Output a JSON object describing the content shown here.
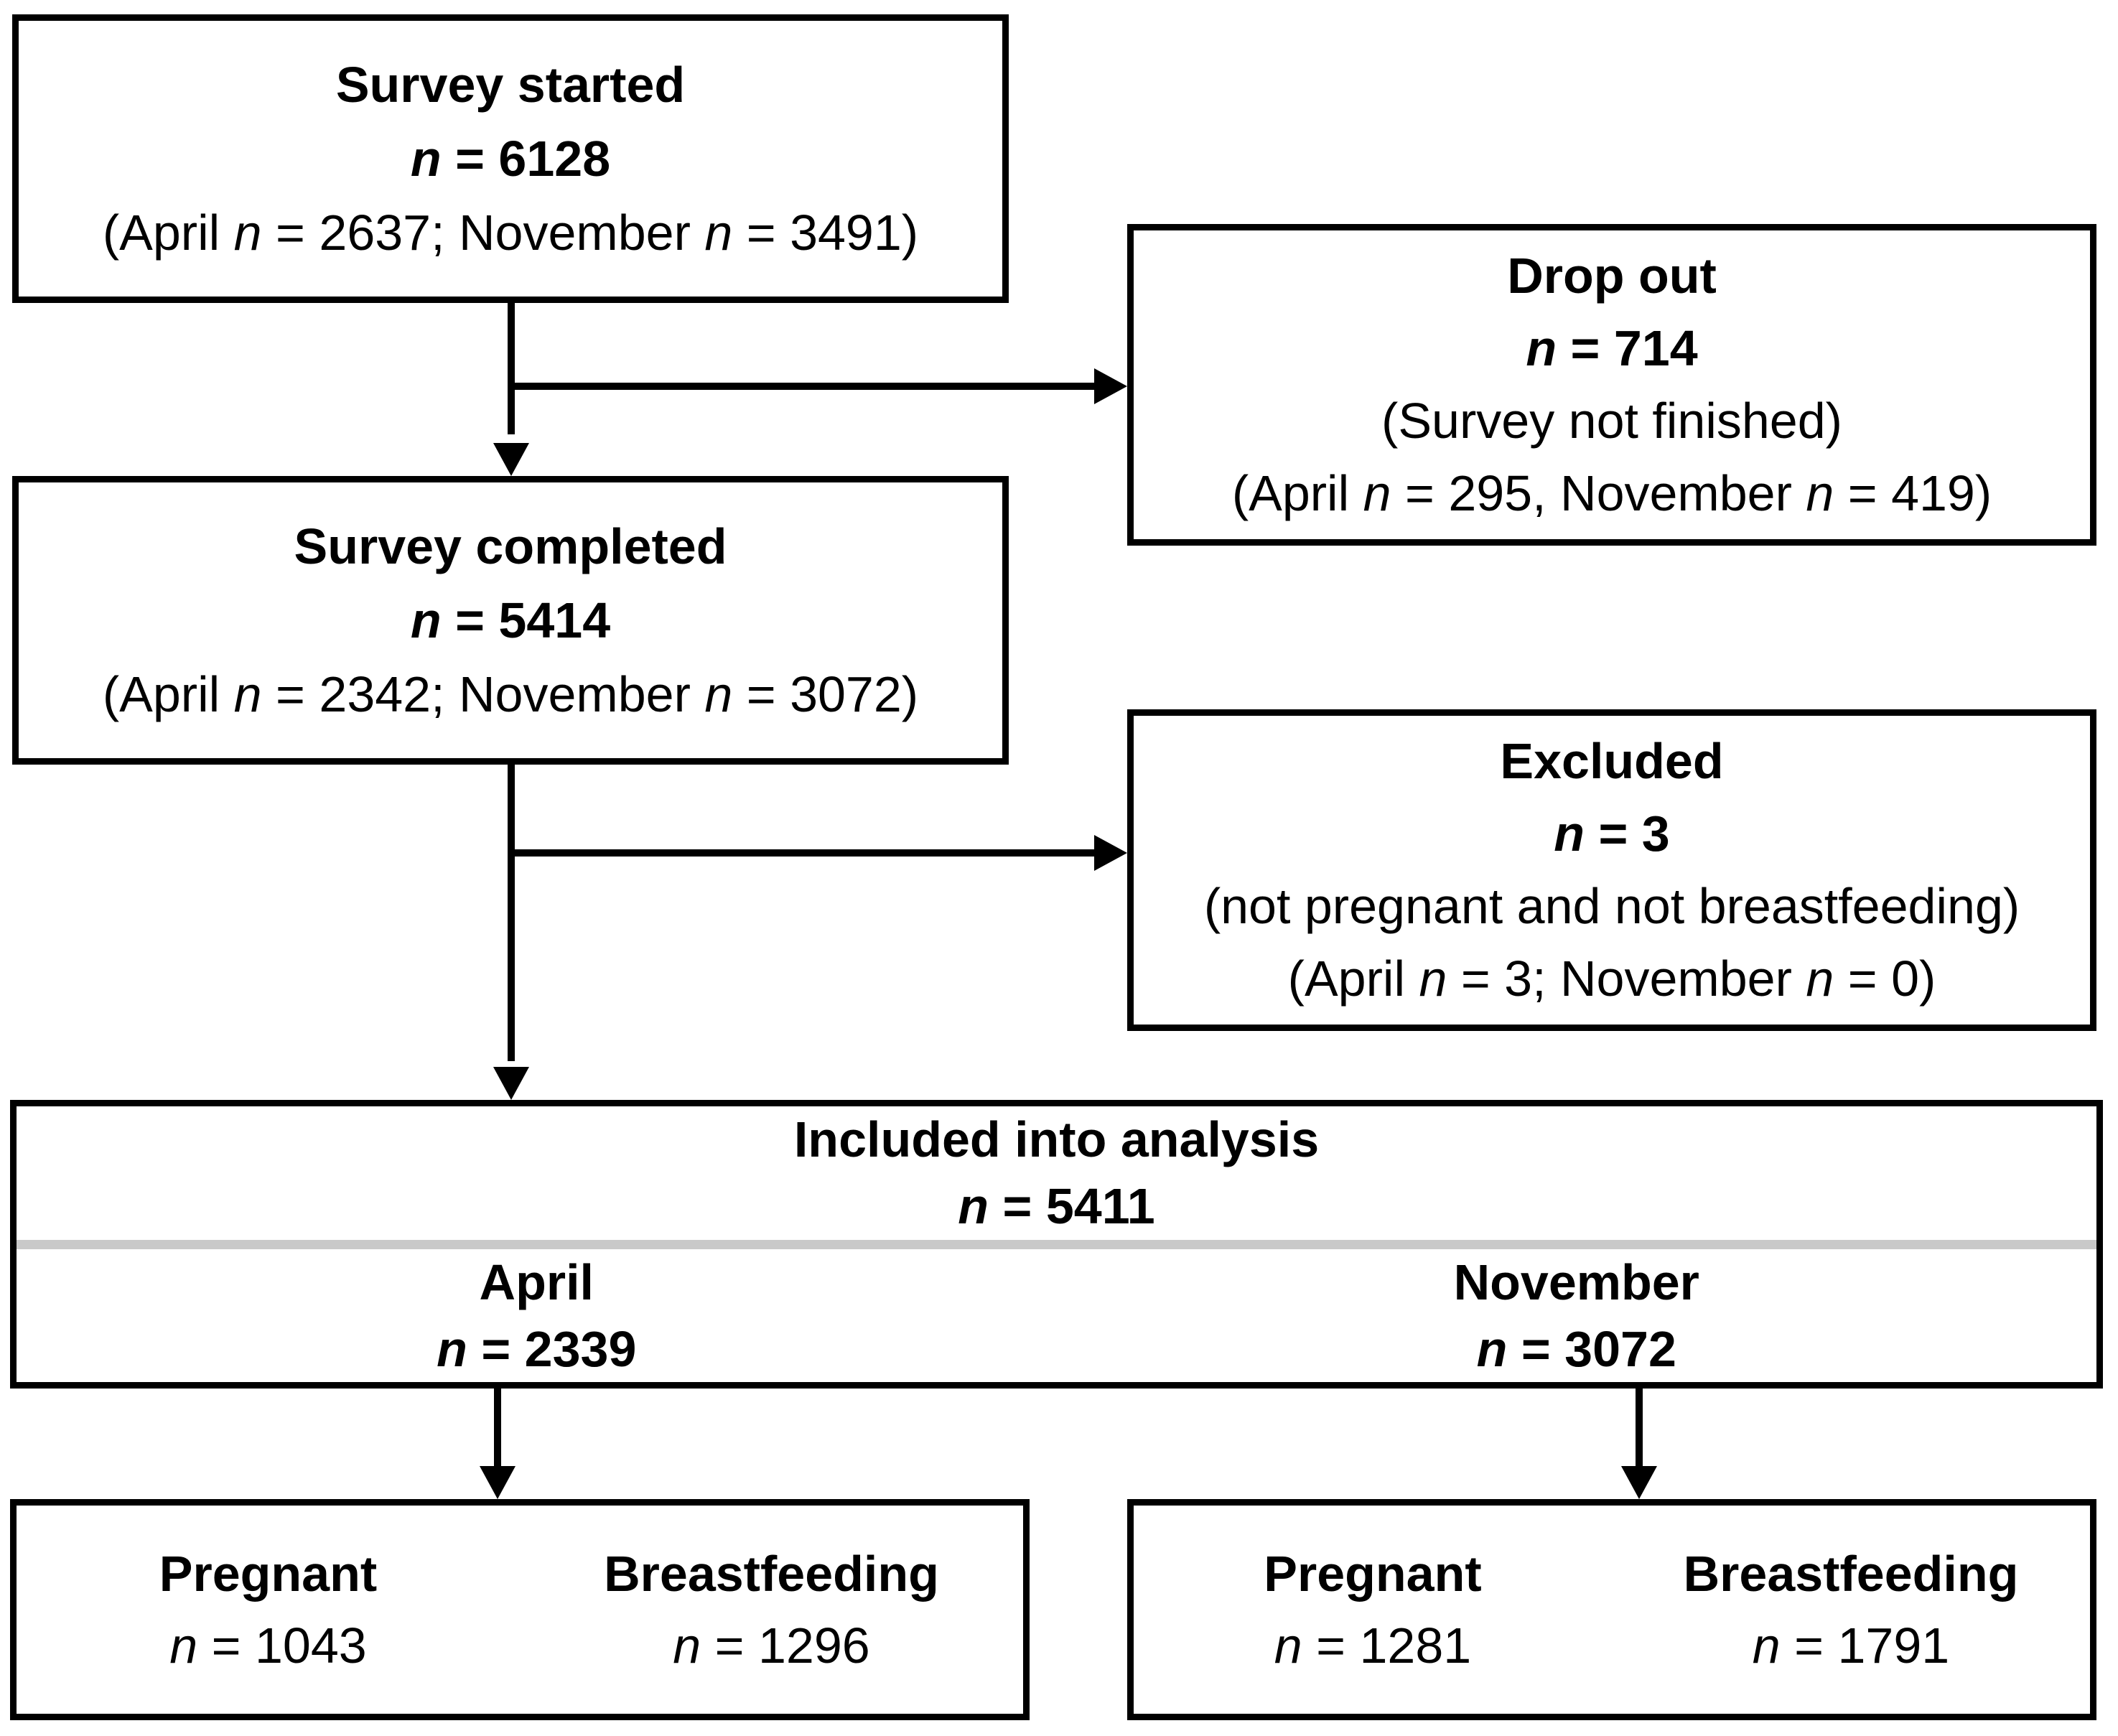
{
  "diagram": {
    "survey_started": {
      "title": "Survey started",
      "n": "6128",
      "april_n": "2637",
      "november_n": "3491",
      "n_line": [
        {
          "t": "n",
          "i": true
        },
        {
          "t": " = 6128"
        }
      ],
      "detail": [
        {
          "t": "(April "
        },
        {
          "t": "n",
          "i": true
        },
        {
          "t": " = 2637; November "
        },
        {
          "t": "n",
          "i": true
        },
        {
          "t": " = 3491)"
        }
      ]
    },
    "drop_out": {
      "title": "Drop out",
      "n": "714",
      "reason": "(Survey not finished)",
      "april_n": "295",
      "november_n": "419",
      "n_line": [
        {
          "t": "n",
          "i": true
        },
        {
          "t": " = 714"
        }
      ],
      "detail": [
        {
          "t": "(April "
        },
        {
          "t": "n",
          "i": true
        },
        {
          "t": " = 295, November "
        },
        {
          "t": "n",
          "i": true
        },
        {
          "t": " = 419)"
        }
      ]
    },
    "survey_completed": {
      "title": "Survey completed",
      "n": "5414",
      "april_n": "2342",
      "november_n": "3072",
      "n_line": [
        {
          "t": "n",
          "i": true
        },
        {
          "t": " = 5414"
        }
      ],
      "detail": [
        {
          "t": "(April "
        },
        {
          "t": "n",
          "i": true
        },
        {
          "t": " = 2342; November "
        },
        {
          "t": "n",
          "i": true
        },
        {
          "t": " = 3072)"
        }
      ]
    },
    "excluded": {
      "title": "Excluded",
      "n": "3",
      "reason": "(not pregnant and not breastfeeding)",
      "april_n": "3",
      "november_n": "0",
      "n_line": [
        {
          "t": "n",
          "i": true
        },
        {
          "t": " = 3"
        }
      ],
      "detail": [
        {
          "t": "(April "
        },
        {
          "t": "n",
          "i": true
        },
        {
          "t": " = 3; November "
        },
        {
          "t": "n",
          "i": true
        },
        {
          "t": " = 0)"
        }
      ]
    },
    "included": {
      "title": "Included into analysis",
      "n": "5411",
      "n_line": [
        {
          "t": "n",
          "i": true
        },
        {
          "t": " = 5411"
        }
      ],
      "columns": [
        {
          "label": "April",
          "n": "2339",
          "n_line": [
            {
              "t": "n",
              "i": true
            },
            {
              "t": " = 2339"
            }
          ]
        },
        {
          "label": "November",
          "n": "3072",
          "n_line": [
            {
              "t": "n",
              "i": true
            },
            {
              "t": " = 3072"
            }
          ]
        }
      ]
    },
    "april_outcomes": {
      "columns": [
        {
          "label": "Pregnant",
          "n": "1043",
          "n_line": [
            {
              "t": "n",
              "i": true
            },
            {
              "t": " = 1043"
            }
          ]
        },
        {
          "label": "Breastfeeding",
          "n": "1296",
          "n_line": [
            {
              "t": "n",
              "i": true
            },
            {
              "t": " = 1296"
            }
          ]
        }
      ]
    },
    "november_outcomes": {
      "columns": [
        {
          "label": "Pregnant",
          "n": "1281",
          "n_line": [
            {
              "t": "n",
              "i": true
            },
            {
              "t": " = 1281"
            }
          ]
        },
        {
          "label": "Breastfeeding",
          "n": "1791",
          "n_line": [
            {
              "t": "n",
              "i": true
            },
            {
              "t": " = 1791"
            }
          ]
        }
      ]
    },
    "colors": {
      "box_border": "#000000",
      "divider": "#c9c9c9",
      "background": "#ffffff",
      "text": "#000000"
    }
  }
}
